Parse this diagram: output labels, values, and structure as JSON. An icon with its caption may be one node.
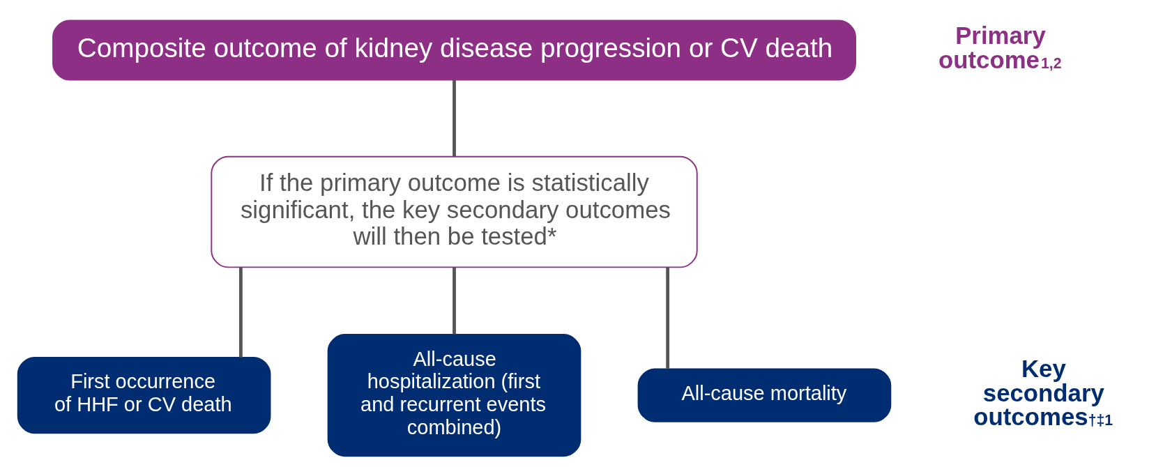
{
  "diagram": {
    "nodes": [
      {
        "text": [
          "Composite outcome of kidney disease progression or CV death"
        ]
      },
      {
        "text": [
          "If the primary outcome is statistically significant, the key secondary outcomes will then be tested*"
        ]
      },
      {
        "text": [
          "First occurrence of HHF or CV death"
        ]
      },
      {
        "text": [
          "All-cause hospitalization (first and recurrent events combined)"
        ]
      },
      {
        "text": [
          "All-cause mortality"
        ]
      }
    ],
    "edges": [
      {
        "from": 0,
        "to": 1,
        "arrow": "none"
      },
      {
        "from": 1,
        "to": 2,
        "arrow": "none"
      },
      {
        "from": 1,
        "to": 3,
        "arrow": "none"
      },
      {
        "from": 1,
        "to": 4,
        "arrow": "none"
      }
    ],
    "labels": [
      "Primary outcome$^{1,2}$",
      "Key secondary outcomes$^{†‡1}$"
    ]
  }
}
